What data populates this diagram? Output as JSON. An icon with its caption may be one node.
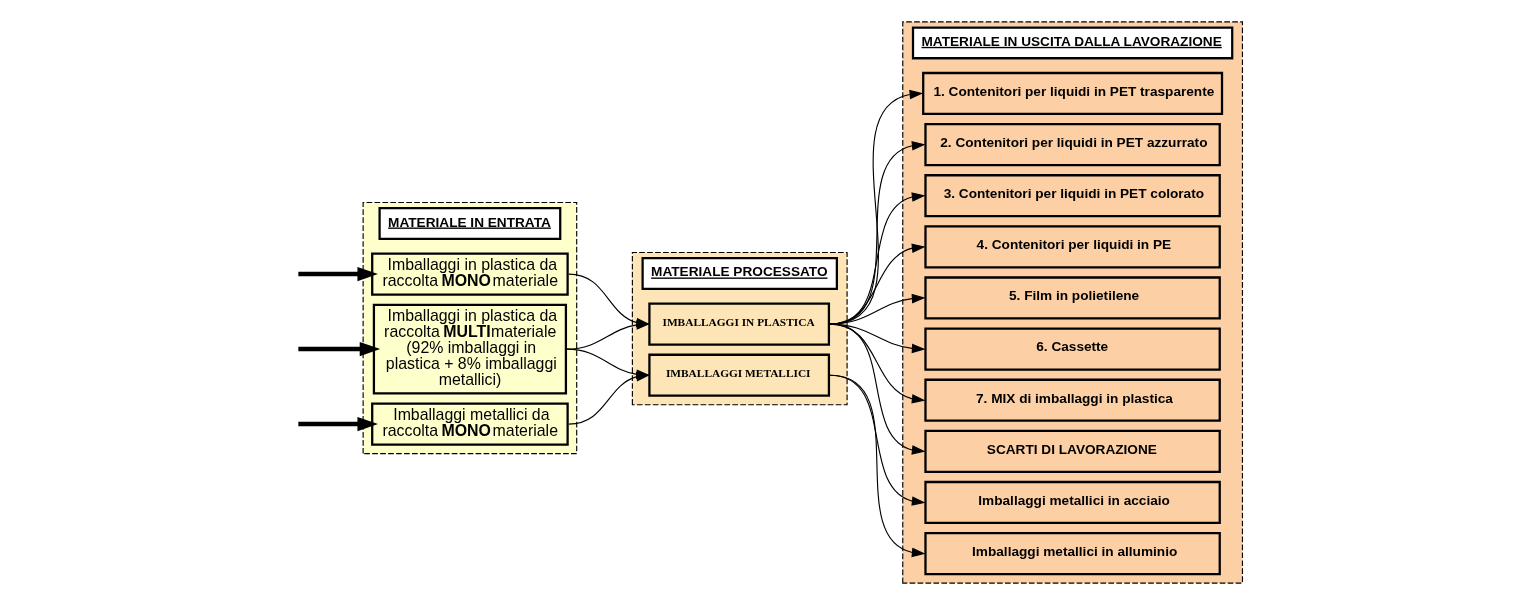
{
  "diagram": {
    "nodes": [
      {
        "text": [
          "MATERIALE IN ENTRATA"
        ]
      },
      {
        "text": [
          "Imballaggi in plastica da raccolta **MONO**materiale"
        ],
        "in": 0
      },
      {
        "text": [
          "Imballaggi in plastica da raccolta **MULTI**materiale",
          "(92% imballaggi in plastica + 8% imballaggi metallici)"
        ],
        "in": 0
      },
      {
        "text": [
          "Imballaggi metallici da raccolta **MONO**materiale"
        ],
        "in": 0
      },
      {
        "text": [
          "MATERIALE PROCESSATO"
        ]
      },
      {
        "text": [
          "IMBALLAGGI IN PLASTICA"
        ],
        "in": 4
      },
      {
        "text": [
          "IMBALLAGGI METALLICI"
        ],
        "in": 4
      },
      {
        "text": [
          "MATERIALE IN USCITA DALLA LAVORAZIONE"
        ]
      },
      {
        "text": [
          "1. Contenitori per liquidi in PET trasparente"
        ],
        "in": 7
      },
      {
        "text": [
          "2. Contenitori per liquidi in PET azzurrato"
        ],
        "in": 7
      },
      {
        "text": [
          "3. Contenitori per liquidi in PET colorato"
        ],
        "in": 7
      },
      {
        "text": [
          "4. Contenitori per liquidi in PE"
        ],
        "in": 7
      },
      {
        "text": [
          "5. Film in polietilene"
        ],
        "in": 7
      },
      {
        "text": [
          "6. Cassette"
        ],
        "in": 7
      },
      {
        "text": [
          "7. MIX di imballaggi in plastica"
        ],
        "in": 7
      },
      {
        "text": [
          "SCARTI DI LAVORAZIONE"
        ],
        "in": 7
      },
      {
        "text": [
          "Imballaggi metallici in acciaio"
        ],
        "in": 7
      },
      {
        "text": [
          "Imballaggi metallici in alluminio"
        ],
        "in": 7
      }
    ],
    "edges": [
      {
        "from": null,
        "to": 1,
        "arrow": "to",
        "style": "thick"
      },
      {
        "from": null,
        "to": 2,
        "arrow": "to",
        "style": "thick"
      },
      {
        "from": null,
        "to": 3,
        "arrow": "to",
        "style": "thick"
      },
      {
        "from": 1,
        "to": 5,
        "arrow": "to"
      },
      {
        "from": 2,
        "to": 5,
        "arrow": "to"
      },
      {
        "from": 2,
        "to": 6,
        "arrow": "to"
      },
      {
        "from": 3,
        "to": 6,
        "arrow": "to"
      },
      {
        "from": 5,
        "to": 8,
        "arrow": "to"
      },
      {
        "from": 5,
        "to": 9,
        "arrow": "to"
      },
      {
        "from": 5,
        "to": 10,
        "arrow": "to"
      },
      {
        "from": 5,
        "to": 11,
        "arrow": "to"
      },
      {
        "from": 5,
        "to": 12,
        "arrow": "to"
      },
      {
        "from": 5,
        "to": 13,
        "arrow": "to"
      },
      {
        "from": 5,
        "to": 14,
        "arrow": "to"
      },
      {
        "from": 5,
        "to": 15,
        "arrow": "to"
      },
      {
        "from": 6,
        "to": 16,
        "arrow": "to"
      },
      {
        "from": 6,
        "to": 17,
        "arrow": "to"
      }
    ]
  }
}
